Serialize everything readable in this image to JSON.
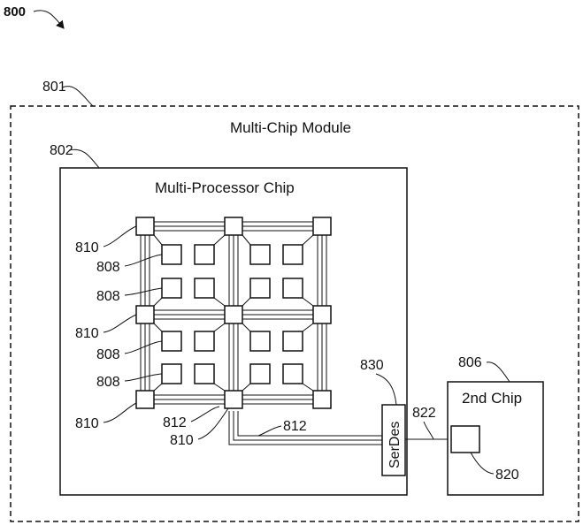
{
  "figure": {
    "number": "800",
    "module": {
      "ref": "801",
      "title": "Multi-Chip Module"
    },
    "processor_chip": {
      "ref": "802",
      "title": "Multi-Processor Chip"
    },
    "second_chip": {
      "ref": "806",
      "title": "2nd Chip",
      "port_ref": "820"
    },
    "serdes": {
      "ref": "830",
      "label": "SerDes"
    },
    "link_ref": "822",
    "router_ref": "810",
    "core_ref": "808",
    "bus_ref": "812"
  }
}
